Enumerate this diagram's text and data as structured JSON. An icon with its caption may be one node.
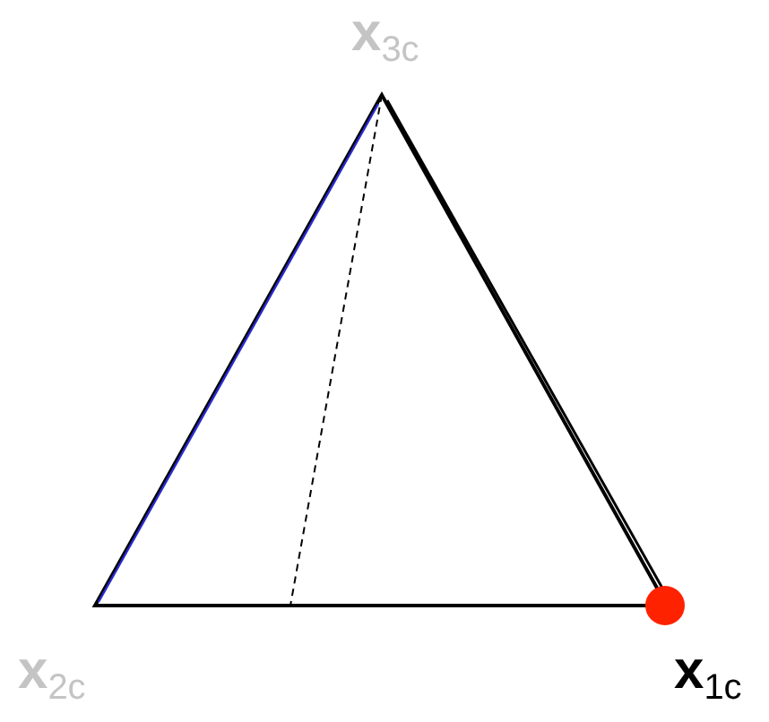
{
  "diagram": {
    "labels": [
      "x$_{3c}$",
      "x$_{2c}$",
      "x$_{1c}$"
    ]
  }
}
